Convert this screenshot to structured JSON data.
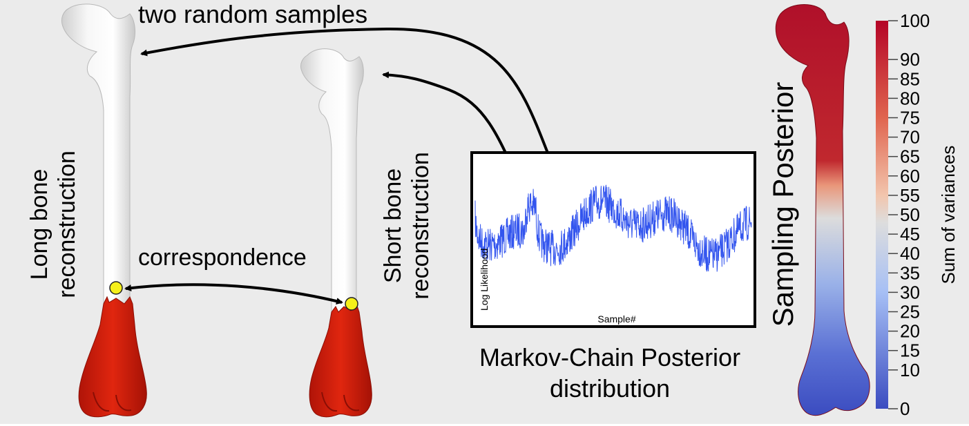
{
  "labels": {
    "two_random_samples": "two random samples",
    "correspondence": "correspondence",
    "long_bone_line1": "Long bone",
    "long_bone_line2": "reconstruction",
    "short_bone_line1": "Short bone",
    "short_bone_line2": "reconstruction",
    "markov_line1": "Markov-Chain Posterior",
    "markov_line2": "distribution",
    "sampling_posterior": "Sampling Posterior"
  },
  "trace_plot": {
    "ylabel": "Log Likelihood",
    "xlabel": "Sample#",
    "line_color": "#3355ee"
  },
  "colorbar": {
    "title": "Sum of variances",
    "ticks": [
      "0",
      "10",
      "15",
      "20",
      "25",
      "30",
      "35",
      "40",
      "45",
      "50",
      "55",
      "60",
      "65",
      "70",
      "75",
      "80",
      "85",
      "90",
      "100"
    ],
    "colors": {
      "low": "#3b4cc0",
      "mid": "#dddddd",
      "high": "#b40426"
    }
  },
  "colors": {
    "bone": "#f0f0f0",
    "missing_region": "#d81e0e",
    "landmark": "#f5ef1a"
  }
}
